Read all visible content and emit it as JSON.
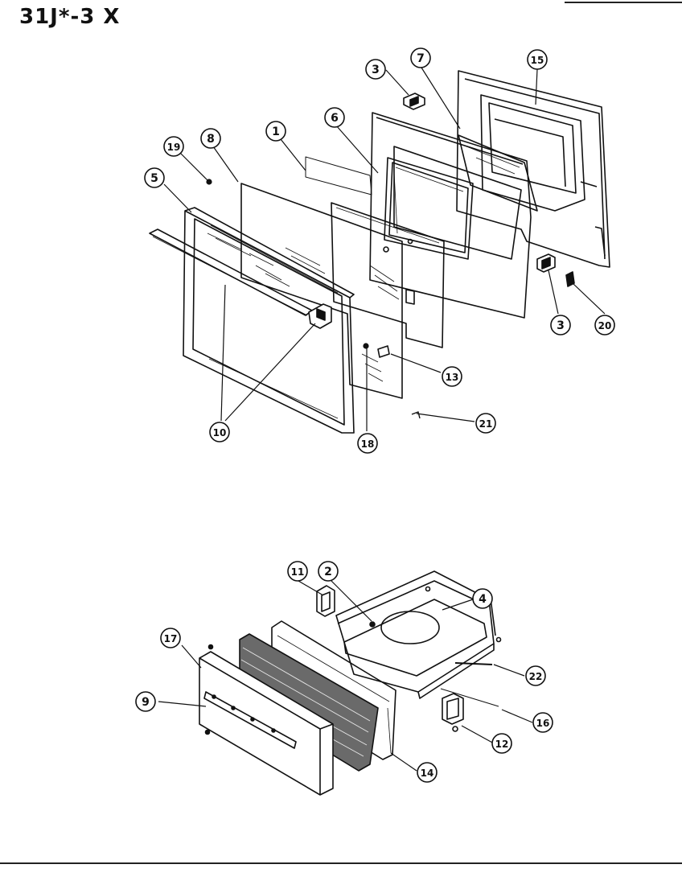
{
  "page": {
    "model_label": "31J*-3 X"
  },
  "diagram": {
    "callouts": [
      {
        "id": "c1",
        "label": "1"
      },
      {
        "id": "c2",
        "label": "2"
      },
      {
        "id": "c3a",
        "label": "3"
      },
      {
        "id": "c3b",
        "label": "3"
      },
      {
        "id": "c4",
        "label": "4"
      },
      {
        "id": "c5",
        "label": "5"
      },
      {
        "id": "c6",
        "label": "6"
      },
      {
        "id": "c7",
        "label": "7"
      },
      {
        "id": "c8",
        "label": "8"
      },
      {
        "id": "c9",
        "label": "9"
      },
      {
        "id": "c10",
        "label": "10"
      },
      {
        "id": "c11",
        "label": "11"
      },
      {
        "id": "c12",
        "label": "12"
      },
      {
        "id": "c13",
        "label": "13"
      },
      {
        "id": "c14",
        "label": "14"
      },
      {
        "id": "c15",
        "label": "15"
      },
      {
        "id": "c16",
        "label": "16"
      },
      {
        "id": "c17",
        "label": "17"
      },
      {
        "id": "c18",
        "label": "18"
      },
      {
        "id": "c19",
        "label": "19"
      },
      {
        "id": "c20",
        "label": "20"
      },
      {
        "id": "c21",
        "label": "21"
      },
      {
        "id": "c22",
        "label": "22"
      }
    ]
  }
}
